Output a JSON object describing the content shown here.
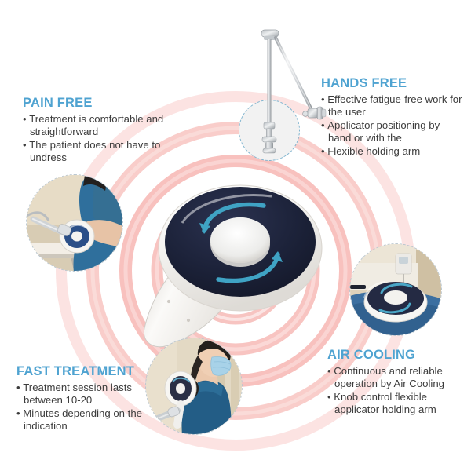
{
  "infographic": {
    "subject": "ring applicator physiotherapy device",
    "background_color": "#ffffff",
    "accent_heading_color": "#4fa3d1",
    "body_text_color": "#3c3c3c",
    "wave_color": "#f4aaa6",
    "device_face_color": "#1b2038",
    "device_arrow_color": "#3fa3c4",
    "device_body_color": "#f2f1ee"
  },
  "blocks": {
    "pain_free": {
      "title": "PAIN FREE",
      "bullets": [
        "Treatment is comfortable and straightforward",
        "The patient does not have to undress"
      ]
    },
    "hands_free": {
      "title": "HANDS FREE",
      "bullets": [
        "Effective fatigue-free work for the user",
        "Applicator positioning by hand or with the",
        "Flexible holding arm"
      ]
    },
    "fast_treatment": {
      "title": "FAST TREATMENT",
      "bullets": [
        "Treatment session lasts between 10-20",
        "Minutes depending on the indication"
      ]
    },
    "air_cooling": {
      "title": "AIR COOLING",
      "bullets": [
        "Continuous and reliable operation by Air Cooling",
        "Knob control flexible applicator holding arm"
      ]
    }
  },
  "photos": {
    "left": "patient-lower-back-treatment-photo",
    "bottom": "masked-woman-shoulder-treatment-photo",
    "right": "ring-applicator-on-couch-photo"
  },
  "bullet_glyph": "•"
}
